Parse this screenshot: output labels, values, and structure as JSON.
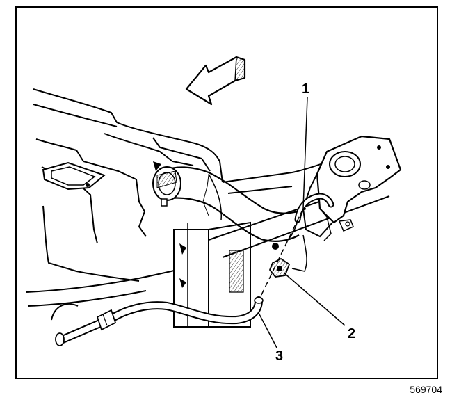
{
  "figure": {
    "callouts": [
      {
        "id": "1",
        "label": "1"
      },
      {
        "id": "2",
        "label": "2"
      },
      {
        "id": "3",
        "label": "3"
      }
    ],
    "figure_number": "569704"
  }
}
